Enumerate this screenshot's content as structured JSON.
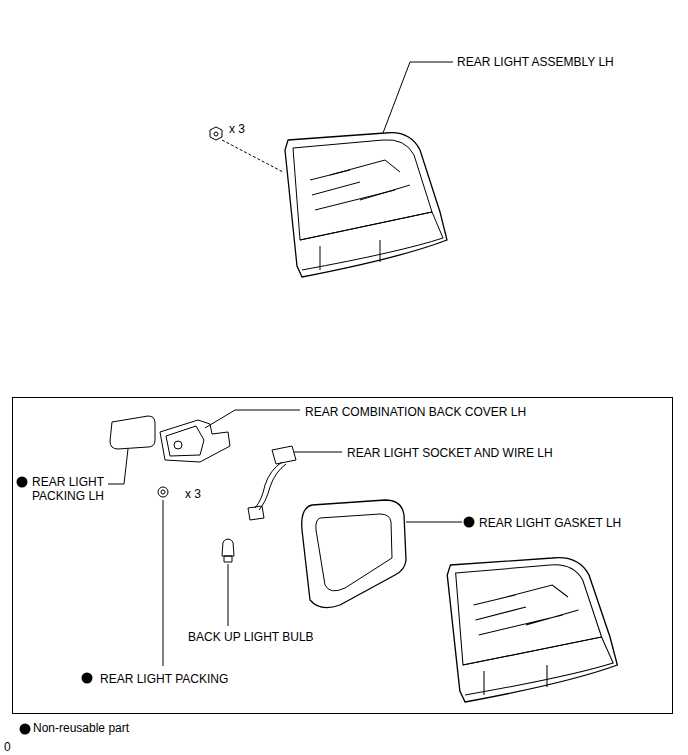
{
  "diagram": {
    "nodes": [
      {
        "text": [
          "REAR COMBINATION BACK COVER LH",
          "REAR LIGHT SOCKET AND WIRE LH",
          "REAR LIGHT PACKING LH",
          "x 3",
          "REAR LIGHT GASKET LH",
          "BACK UP LIGHT BULB",
          "REAR LIGHT PACKING"
        ]
      }
    ],
    "labels": [
      "REAR LIGHT ASSEMBLY LH",
      "x 3",
      "0"
    ],
    "legend": [
      {
        "text": "Non-reusable part"
      }
    ]
  }
}
